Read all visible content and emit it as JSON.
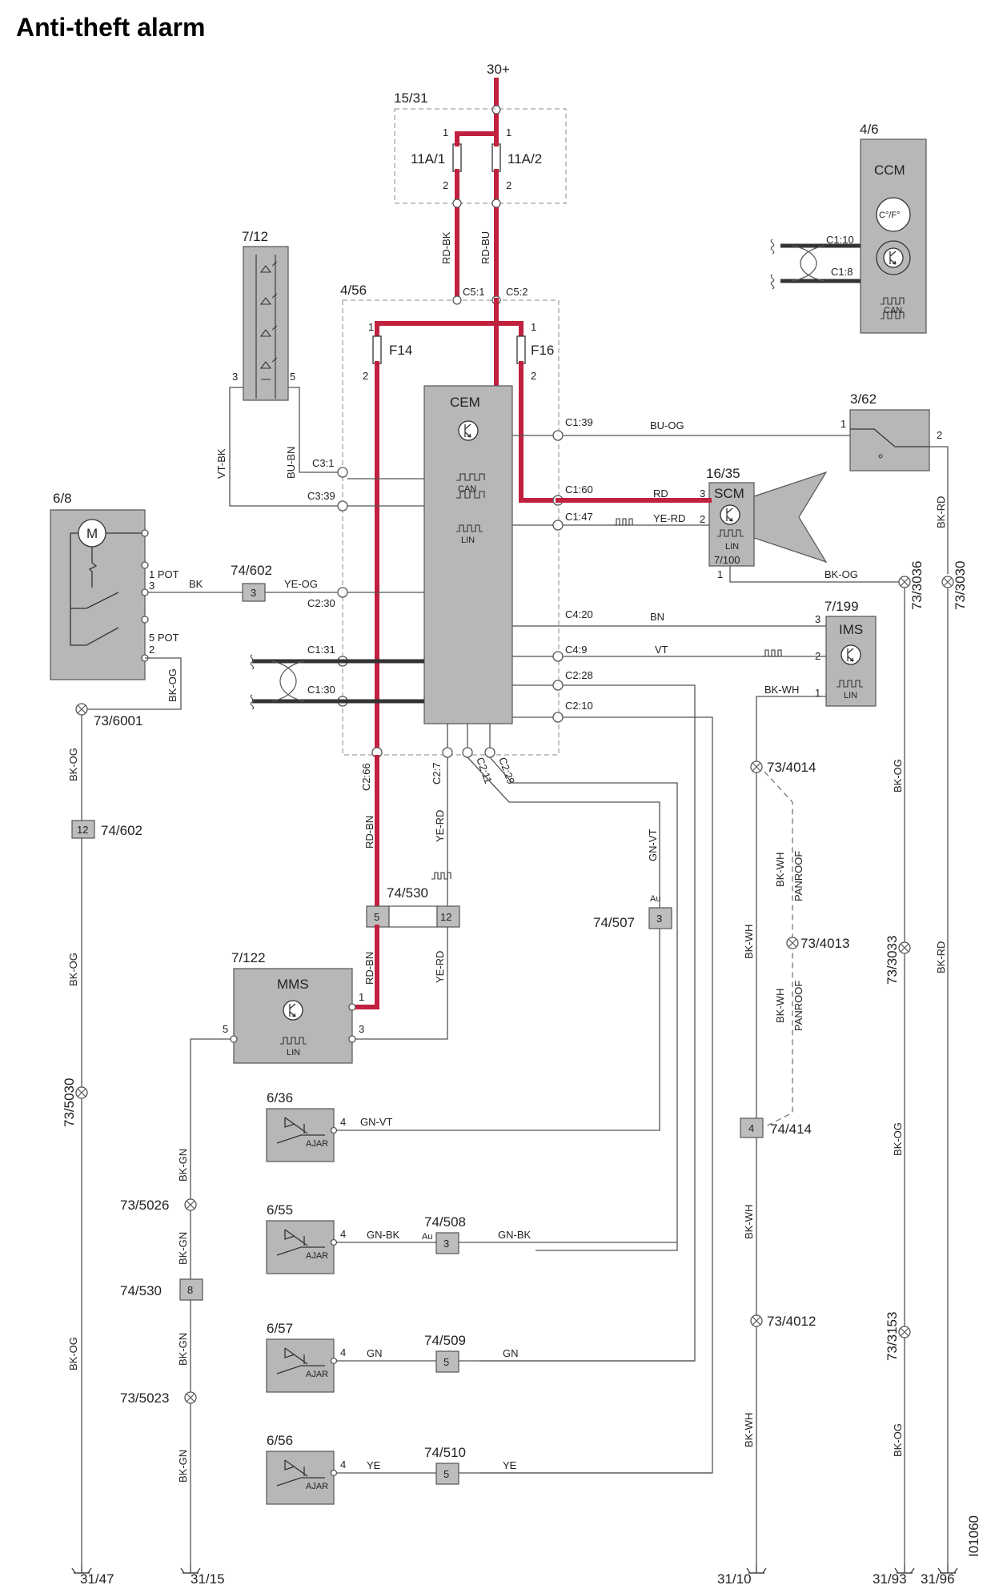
{
  "title": "Anti-theft alarm",
  "supply": "30+",
  "fuse_box": {
    "ref": "15/31",
    "fuse_a": "11A/1",
    "fuse_b": "11A/2",
    "pin1": "1",
    "pin2": "2",
    "wire_a": "RD-BK",
    "wire_b": "RD-BU"
  },
  "cem_box": {
    "ref": "4/56",
    "name": "CEM",
    "fuse_a": "F14",
    "fuse_b": "F16",
    "can": "CAN",
    "lin": "LIN"
  },
  "cem_pins": {
    "c5_1": "C5:1",
    "c5_2": "C5:2",
    "c3_1": "C3:1",
    "c3_39": "C3:39",
    "c2_30": "C2:30",
    "c1_31": "C1:31",
    "c1_30": "C1:30",
    "c1_39": "C1:39",
    "c1_60": "C1:60",
    "c1_47": "C1:47",
    "c4_20": "C4:20",
    "c4_9": "C4:9",
    "c2_28": "C2:28",
    "c2_10": "C2:10",
    "c2_66": "C2:66",
    "c2_7": "C2:7",
    "c2_11": "C2:11",
    "c2_29": "C2:29"
  },
  "ccm": {
    "ref": "4/6",
    "name": "CCM",
    "temp": "C°/F°",
    "can": "CAN",
    "c1_10": "C1:10",
    "c1_8": "C1:8"
  },
  "sensor": {
    "ref": "7/12",
    "pin3": "3",
    "pin5": "5",
    "wire_a": "VT-BK",
    "wire_b": "BU-BN"
  },
  "motor": {
    "ref": "6/8",
    "motor": "M",
    "pot1": "1 POT",
    "pin3": "3",
    "pot5": "5 POT",
    "pin2": "2",
    "wire_bk": "BK",
    "wire_yeog": "YE-OG",
    "wire_bkog": "BK-OG"
  },
  "splices": {
    "s6001": "73/6001",
    "s3036": "73/3036",
    "s3030": "73/3030",
    "s4014": "73/4014",
    "s4013": "73/4013",
    "s3033": "73/3033",
    "s5030": "73/5030",
    "s5026": "73/5026",
    "s5023": "73/5023",
    "s4012": "73/4012",
    "s3153": "73/3153"
  },
  "connectors": {
    "c602": "74/602",
    "c602_pin": "3",
    "c602b_pin": "12",
    "c530": "74/530",
    "c530_a": "5",
    "c530_b": "12",
    "c507": "74/507",
    "c507_pin": "3",
    "c414": "74/414",
    "c414_pin": "4",
    "c530b_pin": "8",
    "c508": "74/508",
    "c508_pin": "3",
    "c509": "74/509",
    "c509_pin": "5",
    "c510": "74/510",
    "c510_pin": "5",
    "au": "Au"
  },
  "switch_362": {
    "ref": "3/62",
    "pin1": "1",
    "pin2": "2"
  },
  "scm": {
    "ref": "16/35",
    "name": "SCM",
    "pin3": "3",
    "pin2": "2",
    "pin1": "1",
    "sub": "7/100",
    "lin": "LIN"
  },
  "ims": {
    "ref": "7/199",
    "name": "IMS",
    "pin3": "3",
    "pin2": "2",
    "pin1": "1",
    "lin": "LIN"
  },
  "mms": {
    "ref": "7/122",
    "name": "MMS",
    "pin5": "5",
    "pin1": "1",
    "pin3": "3",
    "lin": "LIN"
  },
  "ajar_switches": [
    {
      "ref": "6/36",
      "pin": "4",
      "label": "AJAR"
    },
    {
      "ref": "6/55",
      "pin": "4",
      "label": "AJAR"
    },
    {
      "ref": "6/57",
      "pin": "4",
      "label": "AJAR"
    },
    {
      "ref": "6/56",
      "pin": "4",
      "label": "AJAR"
    }
  ],
  "wires": {
    "bu_og": "BU-OG",
    "rd": "RD",
    "ye_rd": "YE-RD",
    "bn": "BN",
    "vt": "VT",
    "bk_og": "BK-OG",
    "bk_wh": "BK-WH",
    "bk_rd": "BK-RD",
    "rd_bn": "RD-BN",
    "gn_vt": "GN-VT",
    "gn_bk": "GN-BK",
    "gn": "GN",
    "ye": "YE",
    "bk_gn": "BK-GN",
    "panroof": "PANROOF"
  },
  "grounds": {
    "g1": "31/47",
    "g2": "31/15",
    "g3": "31/10",
    "g4": "31/93",
    "g5": "31/96"
  },
  "doc_id": "I01060"
}
